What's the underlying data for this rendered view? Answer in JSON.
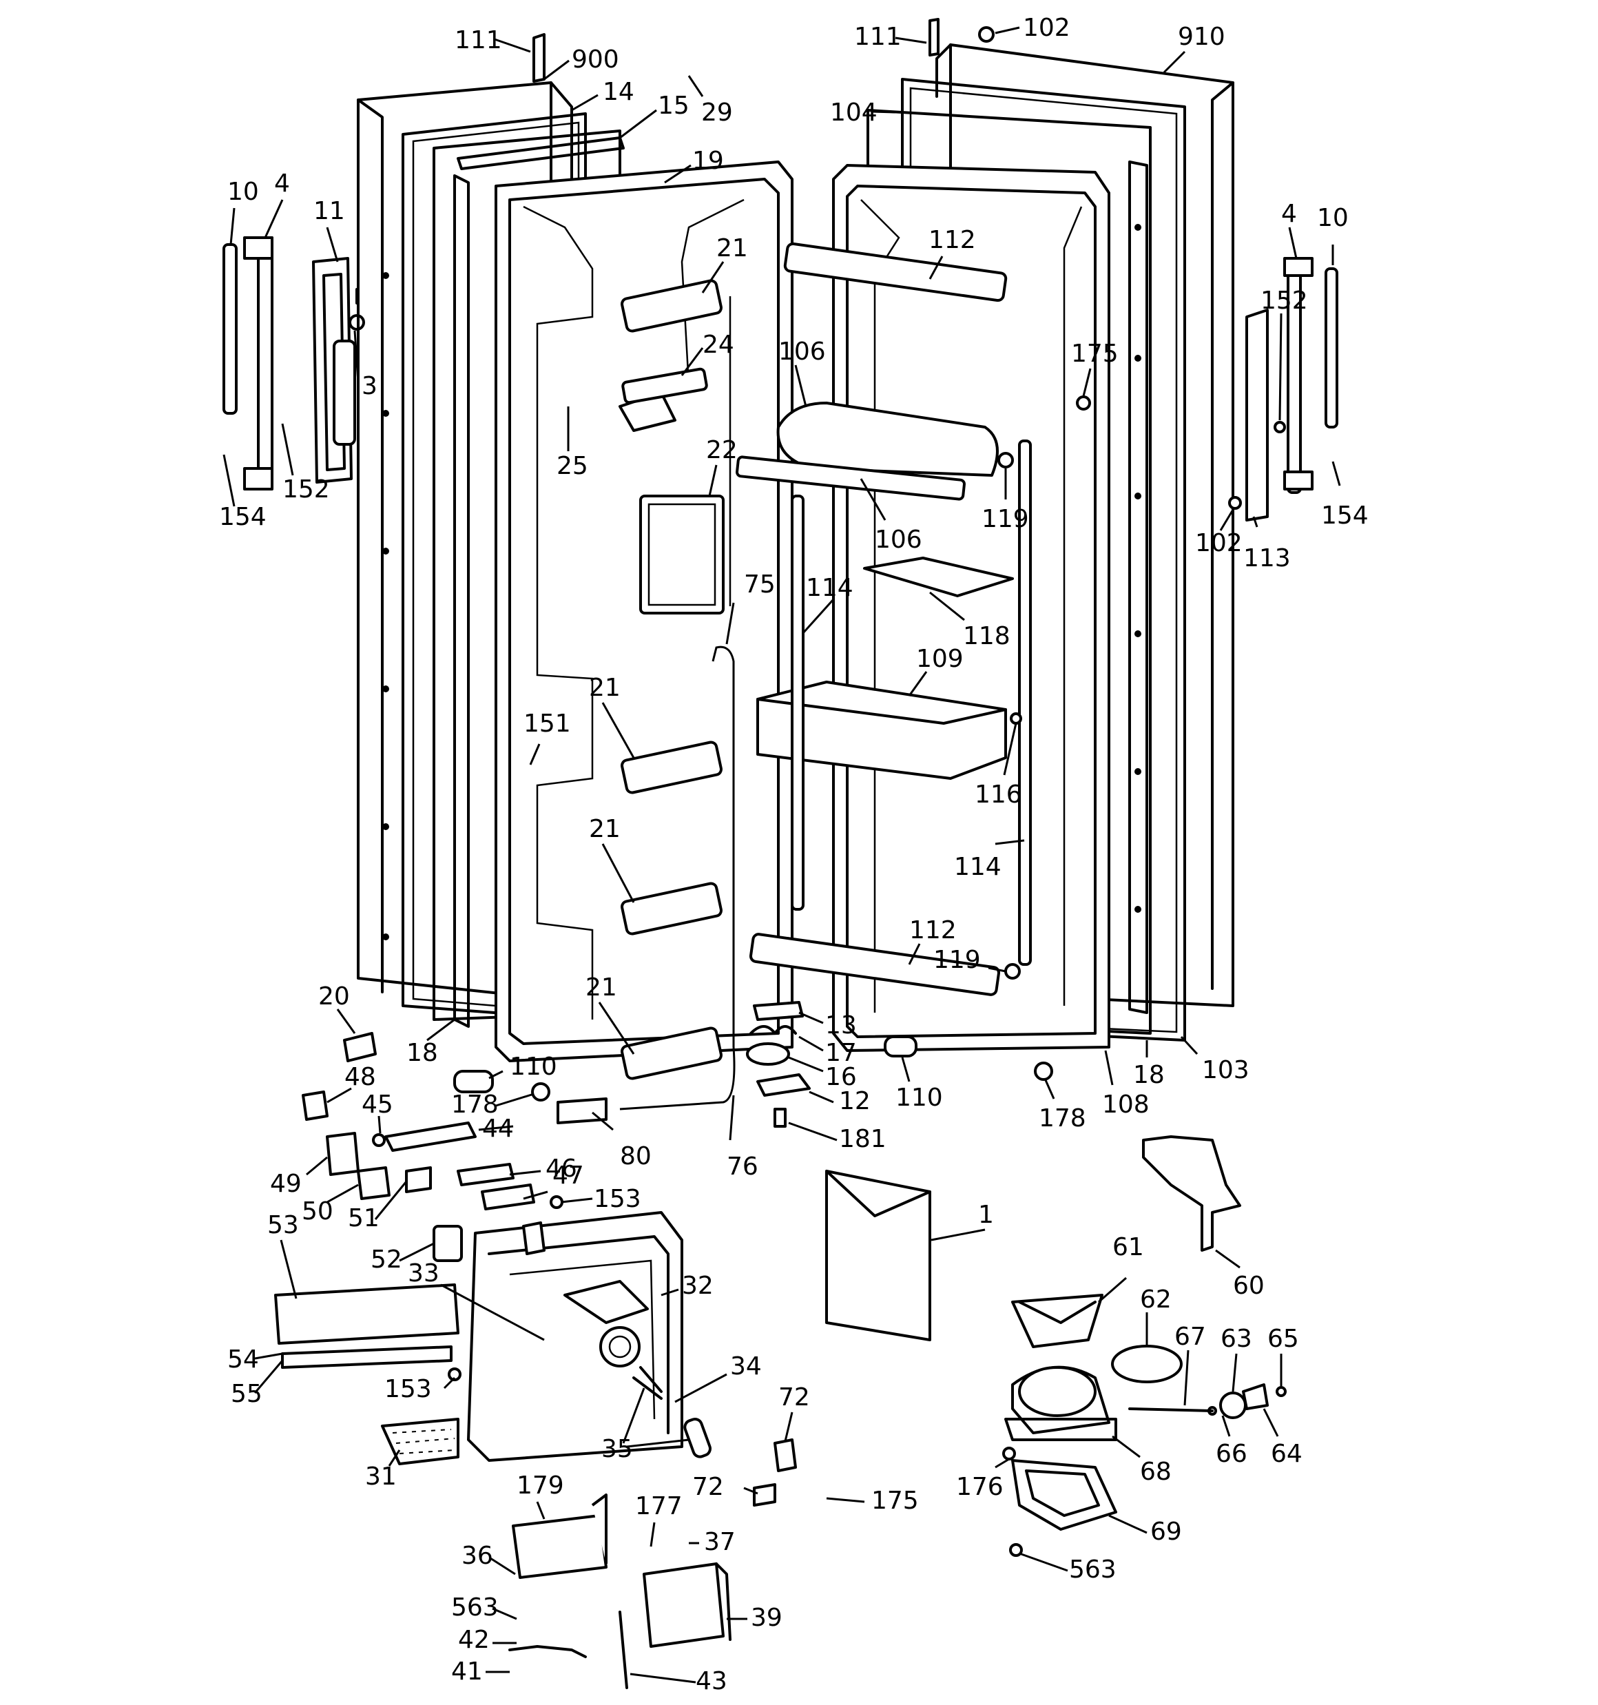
{
  "diagram": {
    "callouts": [
      {
        "id": "c111a",
        "text": "111"
      },
      {
        "id": "c900",
        "text": "900"
      },
      {
        "id": "c14",
        "text": "14"
      },
      {
        "id": "c15",
        "text": "15"
      },
      {
        "id": "c29",
        "text": "29"
      },
      {
        "id": "c19",
        "text": "19"
      },
      {
        "id": "c10a",
        "text": "10"
      },
      {
        "id": "c4a",
        "text": "4"
      },
      {
        "id": "c11",
        "text": "11"
      },
      {
        "id": "c3",
        "text": "3"
      },
      {
        "id": "c154a",
        "text": "154"
      },
      {
        "id": "c152a",
        "text": "152"
      },
      {
        "id": "c21a",
        "text": "21"
      },
      {
        "id": "c24",
        "text": "24"
      },
      {
        "id": "c25",
        "text": "25"
      },
      {
        "id": "c22",
        "text": "22"
      },
      {
        "id": "c75",
        "text": "75"
      },
      {
        "id": "c151",
        "text": "151"
      },
      {
        "id": "c21b",
        "text": "21"
      },
      {
        "id": "c21c",
        "text": "21"
      },
      {
        "id": "c21d",
        "text": "21"
      },
      {
        "id": "c20",
        "text": "20"
      },
      {
        "id": "c18a",
        "text": "18"
      },
      {
        "id": "c110a",
        "text": "110"
      },
      {
        "id": "c178a",
        "text": "178"
      },
      {
        "id": "c48",
        "text": "48"
      },
      {
        "id": "c45",
        "text": "45"
      },
      {
        "id": "c44",
        "text": "44"
      },
      {
        "id": "c80",
        "text": "80"
      },
      {
        "id": "c76",
        "text": "76"
      },
      {
        "id": "c49",
        "text": "49"
      },
      {
        "id": "c46",
        "text": "46"
      },
      {
        "id": "c50",
        "text": "50"
      },
      {
        "id": "c47",
        "text": "47"
      },
      {
        "id": "c51",
        "text": "51"
      },
      {
        "id": "c153a",
        "text": "153"
      },
      {
        "id": "c52",
        "text": "52"
      },
      {
        "id": "c53",
        "text": "53"
      },
      {
        "id": "c33",
        "text": "33"
      },
      {
        "id": "c32",
        "text": "32"
      },
      {
        "id": "c54",
        "text": "54"
      },
      {
        "id": "c55",
        "text": "55"
      },
      {
        "id": "c153b",
        "text": "153"
      },
      {
        "id": "c34",
        "text": "34"
      },
      {
        "id": "c35",
        "text": "35"
      },
      {
        "id": "c31",
        "text": "31"
      },
      {
        "id": "c72a",
        "text": "72"
      },
      {
        "id": "c72b",
        "text": "72"
      },
      {
        "id": "c175b",
        "text": "175"
      },
      {
        "id": "c179",
        "text": "179"
      },
      {
        "id": "c177",
        "text": "177"
      },
      {
        "id": "c37",
        "text": "37"
      },
      {
        "id": "c36",
        "text": "36"
      },
      {
        "id": "c563a",
        "text": "563"
      },
      {
        "id": "c42",
        "text": "42"
      },
      {
        "id": "c39",
        "text": "39"
      },
      {
        "id": "c41",
        "text": "41"
      },
      {
        "id": "c43",
        "text": "43"
      },
      {
        "id": "c111b",
        "text": "111"
      },
      {
        "id": "c102a",
        "text": "102"
      },
      {
        "id": "c910",
        "text": "910"
      },
      {
        "id": "c104",
        "text": "104"
      },
      {
        "id": "c112a",
        "text": "112"
      },
      {
        "id": "c106a",
        "text": "106"
      },
      {
        "id": "c175a",
        "text": "175"
      },
      {
        "id": "c4b",
        "text": "4"
      },
      {
        "id": "c10b",
        "text": "10"
      },
      {
        "id": "c152b",
        "text": "152"
      },
      {
        "id": "c119a",
        "text": "119"
      },
      {
        "id": "c106b",
        "text": "106"
      },
      {
        "id": "c102b",
        "text": "102"
      },
      {
        "id": "c113",
        "text": "113"
      },
      {
        "id": "c154b",
        "text": "154"
      },
      {
        "id": "c114a",
        "text": "114"
      },
      {
        "id": "c118",
        "text": "118"
      },
      {
        "id": "c109",
        "text": "109"
      },
      {
        "id": "c116",
        "text": "116"
      },
      {
        "id": "c114b",
        "text": "114"
      },
      {
        "id": "c112b",
        "text": "112"
      },
      {
        "id": "c119b",
        "text": "119"
      },
      {
        "id": "c13",
        "text": "13"
      },
      {
        "id": "c17",
        "text": "17"
      },
      {
        "id": "c16",
        "text": "16"
      },
      {
        "id": "c12",
        "text": "12"
      },
      {
        "id": "c110b",
        "text": "110"
      },
      {
        "id": "c181",
        "text": "181"
      },
      {
        "id": "c178b",
        "text": "178"
      },
      {
        "id": "c108",
        "text": "108"
      },
      {
        "id": "c18b",
        "text": "18"
      },
      {
        "id": "c103",
        "text": "103"
      },
      {
        "id": "c1",
        "text": "1"
      },
      {
        "id": "c60",
        "text": "60"
      },
      {
        "id": "c61",
        "text": "61"
      },
      {
        "id": "c62",
        "text": "62"
      },
      {
        "id": "c67",
        "text": "67"
      },
      {
        "id": "c63",
        "text": "63"
      },
      {
        "id": "c65",
        "text": "65"
      },
      {
        "id": "c66",
        "text": "66"
      },
      {
        "id": "c64",
        "text": "64"
      },
      {
        "id": "c68",
        "text": "68"
      },
      {
        "id": "c176",
        "text": "176"
      },
      {
        "id": "c69",
        "text": "69"
      },
      {
        "id": "c563b",
        "text": "563"
      }
    ]
  }
}
